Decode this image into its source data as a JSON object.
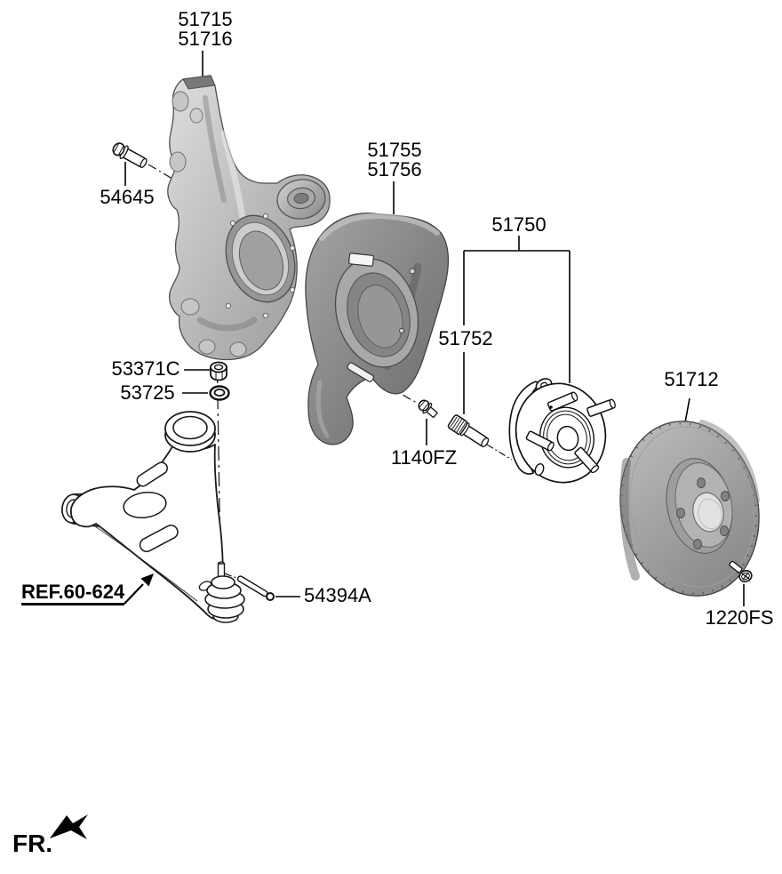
{
  "diagram": {
    "type": "exploded-parts-diagram",
    "subject": "Front axle knuckle, hub bearing and brake disc",
    "background": "#ffffff",
    "line_color": "#000000",
    "metal_light": "#d6d6d6",
    "metal_dark": "#8a8a8a",
    "shield_gray": "#7d7d7d",
    "labels": {
      "knuckle_line1": "51715",
      "knuckle_line2": "51716",
      "strut_flange_bolt": "54645",
      "dust_cover_line1": "51755",
      "dust_cover_line2": "51756",
      "hub_bearing_assembly": "51750",
      "wheel_stud": "51752",
      "cover_bolt": "1140FZ",
      "ball_joint_nut": "53371C",
      "washer": "53725",
      "lower_arm_ref": "REF.60-624",
      "split_pin": "54394A",
      "brake_disc": "51712",
      "disc_screw": "1220FS",
      "front_direction": "FR."
    }
  }
}
